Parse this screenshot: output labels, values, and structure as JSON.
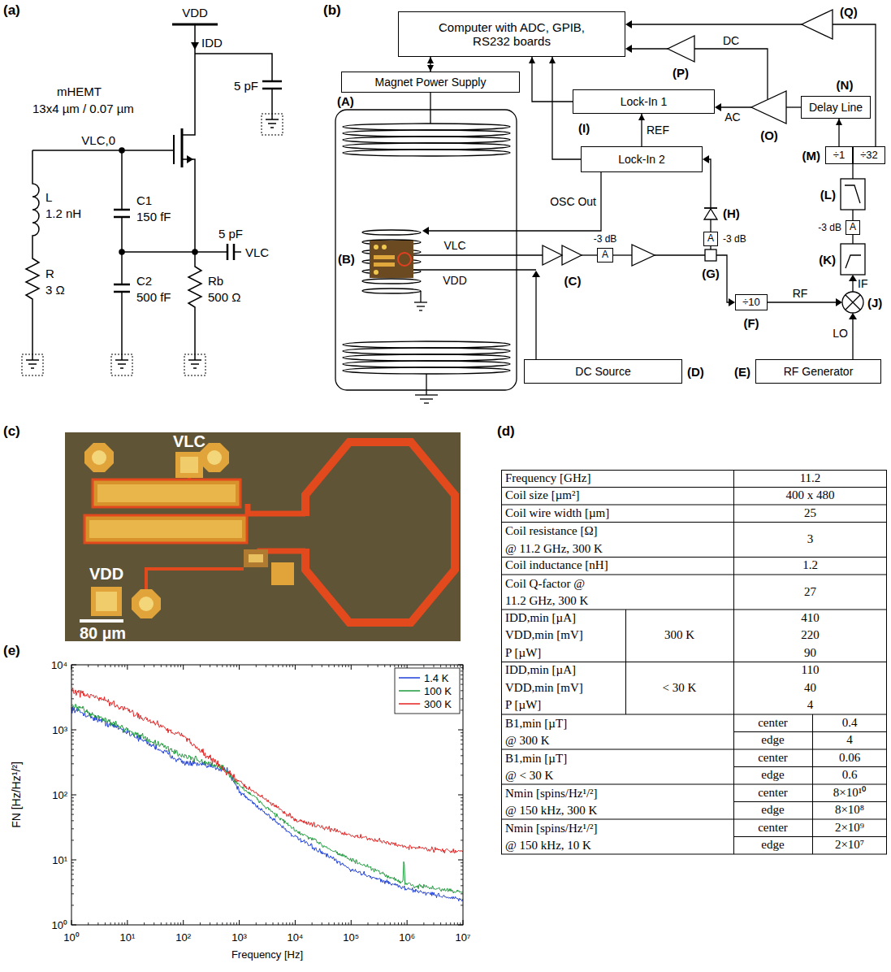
{
  "diagram": {
    "nodes": [
      {
        "text": [
          "Computer with ADC, GPIB, RS232 boards"
        ]
      },
      {
        "text": [
          "Magnet Power Supply"
        ]
      },
      {
        "text": [
          "Lock-In 1"
        ]
      },
      {
        "text": [
          "Lock-In 2"
        ]
      },
      {
        "text": [
          "Delay Line"
        ]
      },
      {
        "text": [
          "÷1"
        ]
      },
      {
        "text": [
          "÷32"
        ]
      },
      {
        "text": [
          "DC Source"
        ]
      },
      {
        "text": [
          "RF Generator"
        ]
      },
      {
        "text": [
          "÷10"
        ]
      },
      {
        "text": [
          "A"
        ]
      },
      {
        "text": [
          "A"
        ]
      },
      {
        "text": [
          "A"
        ]
      }
    ],
    "edges": [
      {
        "from": 0,
        "to": 1,
        "arrow": "both"
      },
      {
        "from": 2,
        "to": 0,
        "arrow": "to"
      },
      {
        "from": 3,
        "to": 2,
        "label": "REF",
        "arrow": "to"
      },
      {
        "from": 3,
        "to": 0,
        "arrow": "to"
      },
      {
        "from": 5,
        "to": 4,
        "arrow": "to"
      }
    ],
    "labels": [
      "(a)",
      "(b)",
      "(c)",
      "(d)",
      "(e)",
      "VDD",
      "IDD",
      "5 pF",
      "mHEMT",
      "13x4 µm / 0.07 µm",
      "VLC,0",
      "C1",
      "150 fF",
      "L",
      "1.2 nH",
      "R",
      "3 Ω",
      "C2",
      "500 fF",
      "Rb",
      "500 Ω",
      "5 pF",
      "VLC",
      "(A)",
      "(B)",
      "(C)",
      "(D)",
      "(E)",
      "(F)",
      "(G)",
      "(H)",
      "(I)",
      "(J)",
      "(K)",
      "(L)",
      "(M)",
      "(N)",
      "(O)",
      "(P)",
      "(Q)",
      "OSC Out",
      "AC",
      "DC",
      "VLC",
      "VDD",
      "-3 dB",
      "-3 dB",
      "-3 dB",
      "RF",
      "IF",
      "LO",
      "VLC",
      "VDD",
      "80 µm",
      "Frequency [GHz]",
      "11.2",
      "Coil size [µm²]",
      "400 x 480",
      "Coil wire width [µm]",
      "25",
      "Coil resistance [Ω] @ 11.2 GHz, 300 K",
      "3",
      "Coil inductance [nH]",
      "1.2",
      "Coil Q-factor @ 11.2 GHz, 300 K",
      "27",
      "IDD,min [µA]",
      "VDD,min [mV]",
      "P [µW]",
      "300 K",
      "410",
      "220",
      "90",
      "IDD,min [µA]",
      "VDD,min [mV]",
      "P [µW]",
      "< 30 K",
      "110",
      "40",
      "4",
      "B1,min [µT] @ 300 K",
      "center",
      "0.4",
      "edge",
      "4",
      "B1,min [µT] @ < 30 K",
      "center",
      "0.06",
      "edge",
      "0.6",
      "Nmin [spins/Hz¹/²] @ 150 kHz, 300 K",
      "center",
      "8×10¹⁰",
      "edge",
      "8×10⁸",
      "Nmin [spins/Hz¹/²] @ 150 kHz, 10 K",
      "center",
      "2×10⁹",
      "edge",
      "2×10⁷",
      "FN [Hz/Hz¹/²]",
      "Frequency [Hz]",
      "10⁴",
      "10³",
      "10²",
      "10¹",
      "10⁰",
      "10⁰",
      "10¹",
      "10²",
      "10³",
      "10⁴",
      "10⁵",
      "10⁶",
      "10⁷"
    ],
    "legend": [
      {
        "text": "1.4 K"
      },
      {
        "text": "100 K"
      },
      {
        "text": "300 K"
      }
    ]
  }
}
